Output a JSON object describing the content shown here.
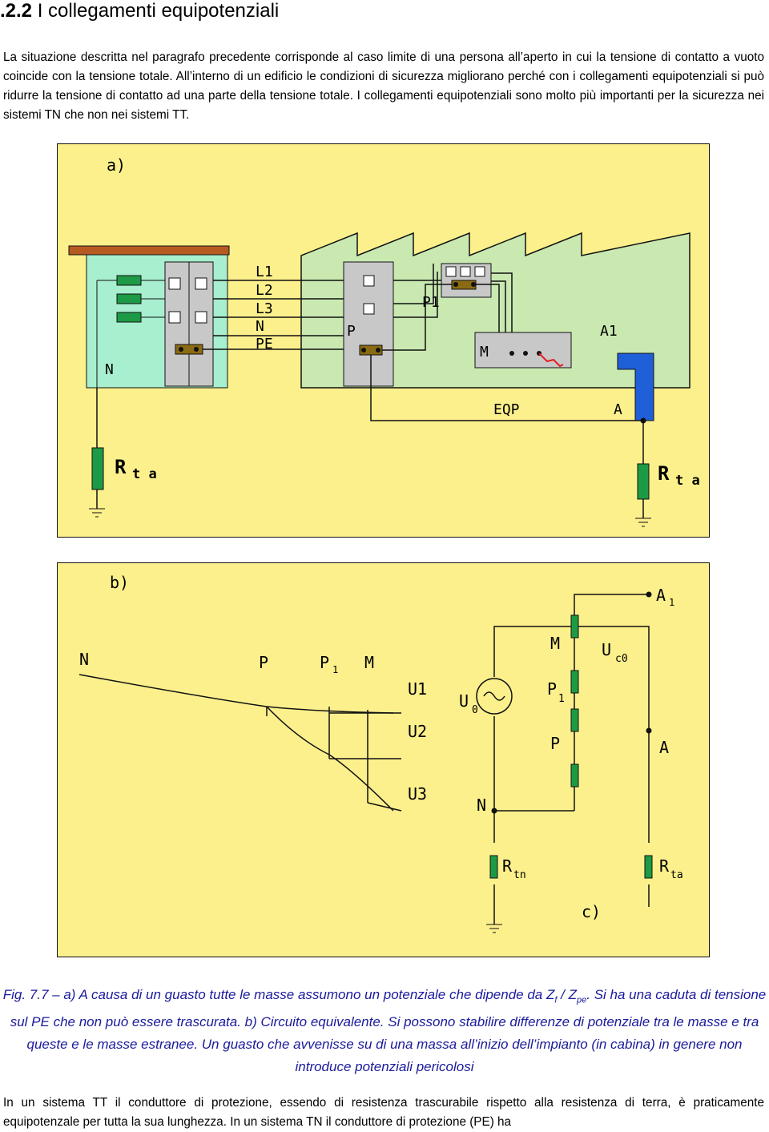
{
  "heading": {
    "number": ".2.2",
    "title": "I collegamenti equipotenziali"
  },
  "intro": "La situazione descritta nel paragrafo precedente corrisponde al caso limite di una persona all’aperto in cui la tensione di contatto a vuoto coincide con la tensione totale. All’interno di un edificio le condizioni di sicurezza migliorano perché con i collegamenti equipotenziali si può ridurre la tensione di contatto ad una parte della tensione totale. I collegamenti equipotenziali sono molto più importanti per la sicurezza nei sistemi TN che non nei sistemi TT.",
  "figure_a": {
    "panel_label": "a)",
    "conductors": [
      "L1",
      "L2",
      "L3",
      "N",
      "PE"
    ],
    "labels": {
      "n": "N",
      "p": "P",
      "p1": "P1",
      "m": "M",
      "a1": "A1",
      "eqp": "EQP",
      "a": "A",
      "rta_left": "R",
      "rta_left_sub": "t a",
      "rta_right": "R",
      "rta_right_sub": "t a"
    },
    "colors": {
      "background": "#fcf08c",
      "substation": "#a7efce",
      "building": "#c9e9b1",
      "panel": "#c8c8c8",
      "extraneous_part": "#1f5fd8",
      "resistor": "#1d9a45",
      "fault": "#e81c1c",
      "roof": "#b75a22"
    }
  },
  "figure_b": {
    "panel_label": "b)",
    "diagram_labels": {
      "n": "N",
      "p": "P",
      "p1": "P",
      "p1_sub": "1",
      "m": "M",
      "u1": "U1",
      "u2": "U2",
      "u3": "U3"
    },
    "circuit_label": "c)",
    "circuit_labels": {
      "a1": "A",
      "a1_sub": "1",
      "m": "M",
      "uc0": "U",
      "uc0_sub": "c0",
      "u0": "U",
      "u0_sub": "0",
      "p1": "P",
      "p1_sub": "1",
      "p": "P",
      "a": "A",
      "n": "N",
      "rtn": "R",
      "rtn_sub": "tn",
      "rta": "R",
      "rta_sub": "ta"
    }
  },
  "caption": {
    "part1": "Fig. 7.7 – a) A causa di un guasto tutte le masse assumono un potenziale che dipende da Z",
    "sub1": "f",
    "mid": " / Z",
    "sub2": "pe",
    "part2": ". Si ha una caduta di tensione sul PE che non può essere trascurata.   b) Circuito equivalente. Si possono stabilire differenze di potenziale tra le masse e tra queste e le masse estranee. Un guasto che avvenisse su di una massa all’inizio dell’impianto (in cabina) in genere non introduce potenziali pericolosi"
  },
  "closing": "In un sistema TT il conduttore di protezione, essendo di resistenza trascurabile rispetto alla resistenza di terra, è praticamente equipotenzale per tutta la sua lunghezza. In un sistema TN il conduttore di protezione (PE) ha"
}
